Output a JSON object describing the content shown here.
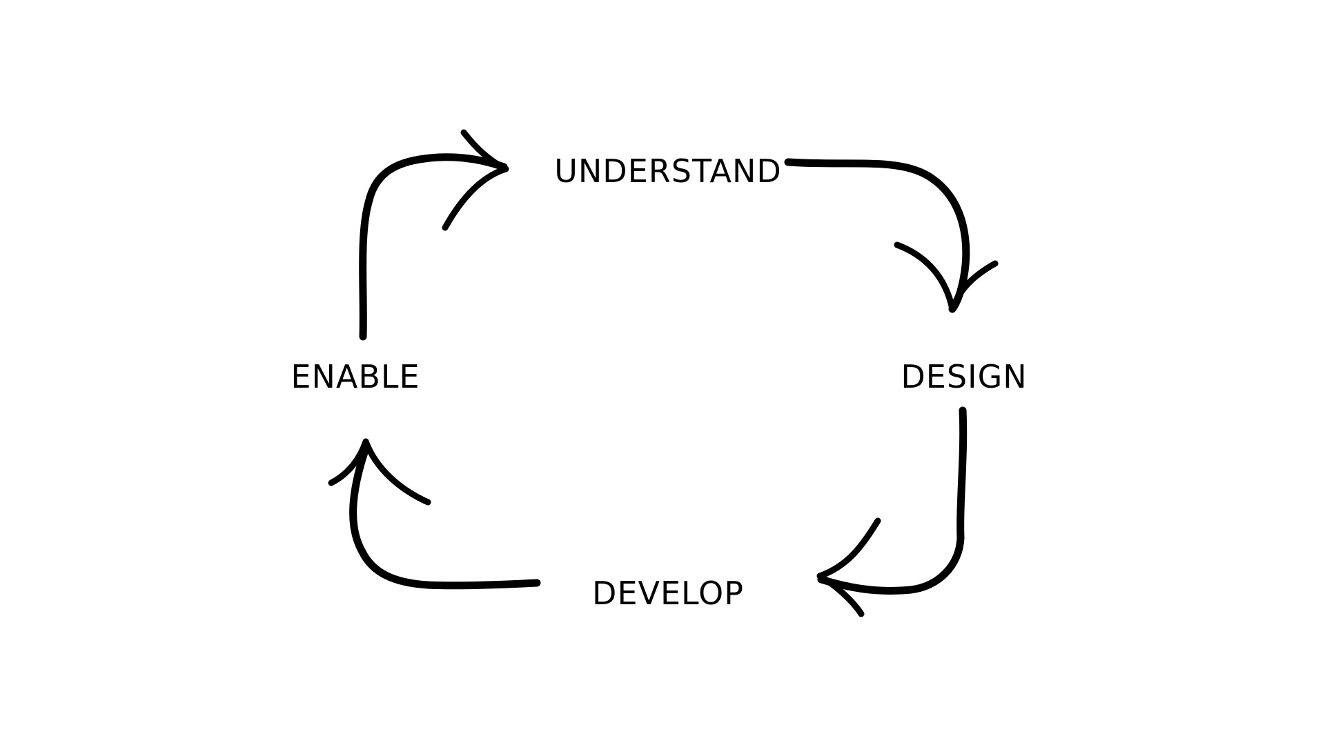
{
  "diagram": {
    "type": "cycle",
    "stages": [
      {
        "id": "understand",
        "label": "UNDERSTAND"
      },
      {
        "id": "design",
        "label": "DESIGN"
      },
      {
        "id": "develop",
        "label": "DEVELOP"
      },
      {
        "id": "enable",
        "label": "ENABLE"
      }
    ],
    "connections": [
      {
        "from": "understand",
        "to": "design"
      },
      {
        "from": "design",
        "to": "develop"
      },
      {
        "from": "develop",
        "to": "enable"
      },
      {
        "from": "enable",
        "to": "understand"
      }
    ],
    "stroke_color": "#000000",
    "background_color": "#ffffff"
  }
}
